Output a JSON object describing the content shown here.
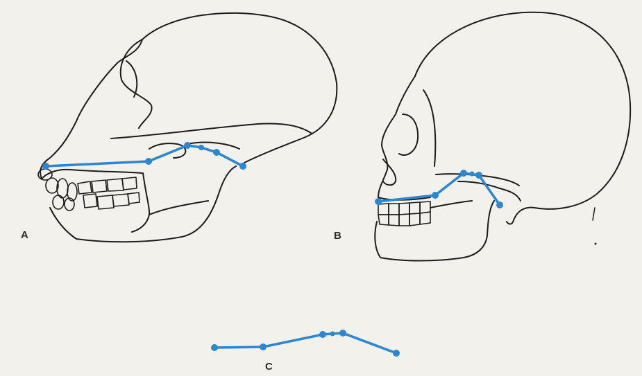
{
  "figure": {
    "panels": [
      {
        "id": "A",
        "label": "A"
      },
      {
        "id": "B",
        "label": "B"
      },
      {
        "id": "C",
        "label": "C"
      }
    ]
  },
  "colors": {
    "background": "#f2f1ec",
    "line_art": "#1c1c1c",
    "marker_line": "#2d86d0"
  },
  "icons": {
    "panel_a": "ape-skull-outline",
    "panel_b": "human-skull-outline",
    "panel_c": "isolated-point-line"
  }
}
